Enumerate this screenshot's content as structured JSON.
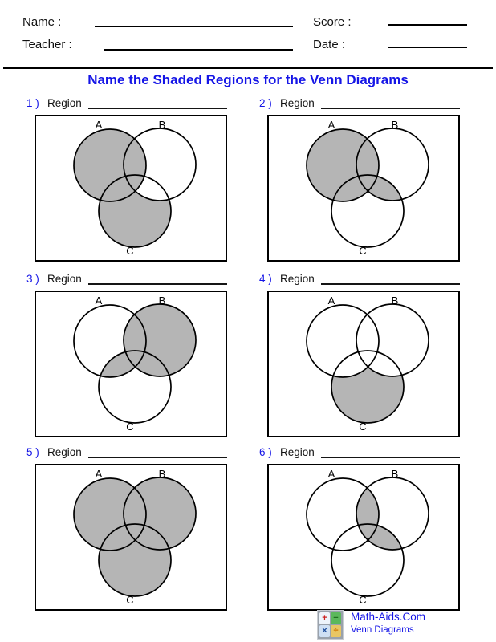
{
  "header": {
    "name_label": "Name :",
    "teacher_label": "Teacher :",
    "score_label": "Score :",
    "date_label": "Date :",
    "name_value": "",
    "teacher_value": "",
    "score_value": "",
    "date_value": ""
  },
  "title": "Name the Shaded Regions for the Venn Diagrams",
  "colors": {
    "accent_blue": "#1515e6",
    "shade_gray": "#b5b5b5",
    "line_black": "#000000"
  },
  "diagrams": [
    {
      "number": "1 )",
      "region_label": "Region",
      "answer_value": "",
      "set_labels": [
        "A",
        "B",
        "C"
      ],
      "shading_ops": [
        [
          "C",
          "gray"
        ],
        [
          "B",
          "white"
        ],
        [
          "A",
          "gray"
        ]
      ]
    },
    {
      "number": "2 )",
      "region_label": "Region",
      "answer_value": "",
      "set_labels": [
        "A",
        "B",
        "C"
      ],
      "shading_ops": [
        [
          "A",
          "gray"
        ],
        [
          "C∩B",
          "gray"
        ]
      ]
    },
    {
      "number": "3 )",
      "region_label": "Region",
      "answer_value": "",
      "set_labels": [
        "A",
        "B",
        "C"
      ],
      "shading_ops": [
        [
          "B",
          "gray"
        ],
        [
          "C∩A",
          "gray"
        ]
      ]
    },
    {
      "number": "4 )",
      "region_label": "Region",
      "answer_value": "",
      "set_labels": [
        "A",
        "B",
        "C"
      ],
      "shading_ops": [
        [
          "C",
          "gray"
        ],
        [
          "A",
          "white"
        ],
        [
          "B",
          "white"
        ]
      ]
    },
    {
      "number": "5 )",
      "region_label": "Region",
      "answer_value": "",
      "set_labels": [
        "A",
        "B",
        "C"
      ],
      "shading_ops": [
        [
          "A",
          "gray"
        ],
        [
          "B",
          "gray"
        ],
        [
          "C",
          "gray"
        ]
      ]
    },
    {
      "number": "6 )",
      "region_label": "Region",
      "answer_value": "",
      "set_labels": [
        "A",
        "B",
        "C"
      ],
      "shading_ops": [
        [
          "A∩B",
          "gray"
        ],
        [
          "C∩B",
          "gray"
        ]
      ]
    }
  ],
  "footer": {
    "site_name": "Math-Aids.Com",
    "worksheet_name": "Venn Diagrams",
    "logo_tiles": [
      {
        "symbol": "+",
        "bg": "#eef4fb",
        "fg": "#cc2222"
      },
      {
        "symbol": "−",
        "bg": "#5cb85c",
        "fg": "#1e6e1e"
      },
      {
        "symbol": "×",
        "bg": "#cfe0f4",
        "fg": "#1f4e9c"
      },
      {
        "symbol": "÷",
        "bg": "#e9c664",
        "fg": "#d07800"
      }
    ]
  }
}
